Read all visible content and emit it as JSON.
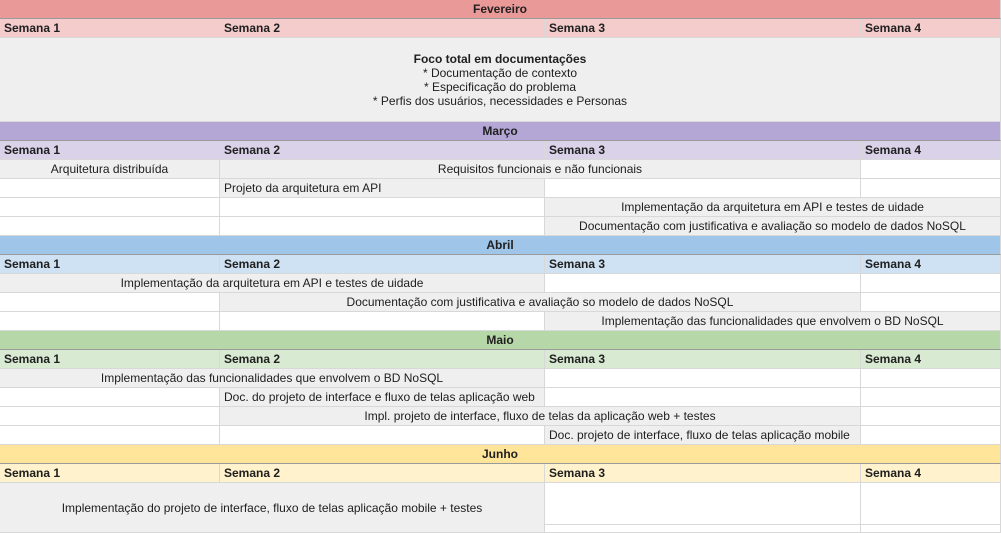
{
  "weeks": [
    "Semana 1",
    "Semana 2",
    "Semana 3",
    "Semana 4"
  ],
  "months": {
    "fev": "Fevereiro",
    "mar": "Março",
    "abr": "Abril",
    "mai": "Maio",
    "jun": "Junho"
  },
  "fevereiro": {
    "focus_title": "Foco total em documentações",
    "focus_items": [
      "* Documentação de contexto",
      "* Especificação do problema",
      "* Perfis dos usuários, necessidades e Personas"
    ]
  },
  "marco": {
    "tasks": [
      "Arquitetura distribuída",
      "Requisitos funcionais e não funcionais",
      "Projeto da arquitetura em API",
      "Implementação da arquitetura em API e testes de uidade",
      "Documentação com justificativa e avaliação so modelo de dados NoSQL"
    ]
  },
  "abril": {
    "tasks": [
      "Implementação da arquitetura em API e testes de uidade",
      "Documentação com justificativa e avaliação so modelo de dados NoSQL",
      "Implementação das funcionalidades que envolvem o BD NoSQL"
    ]
  },
  "maio": {
    "tasks": [
      "Implementação das funcionalidades que envolvem o BD NoSQL",
      "Doc. do projeto de interface e fluxo de telas aplicação web",
      "Impl. projeto de interface, fluxo de telas da aplicação web + testes",
      "Doc. projeto de interface, fluxo de telas aplicação mobile"
    ]
  },
  "junho": {
    "tasks": [
      "Implementação do projeto de interface, fluxo de telas aplicação mobile + testes"
    ]
  }
}
